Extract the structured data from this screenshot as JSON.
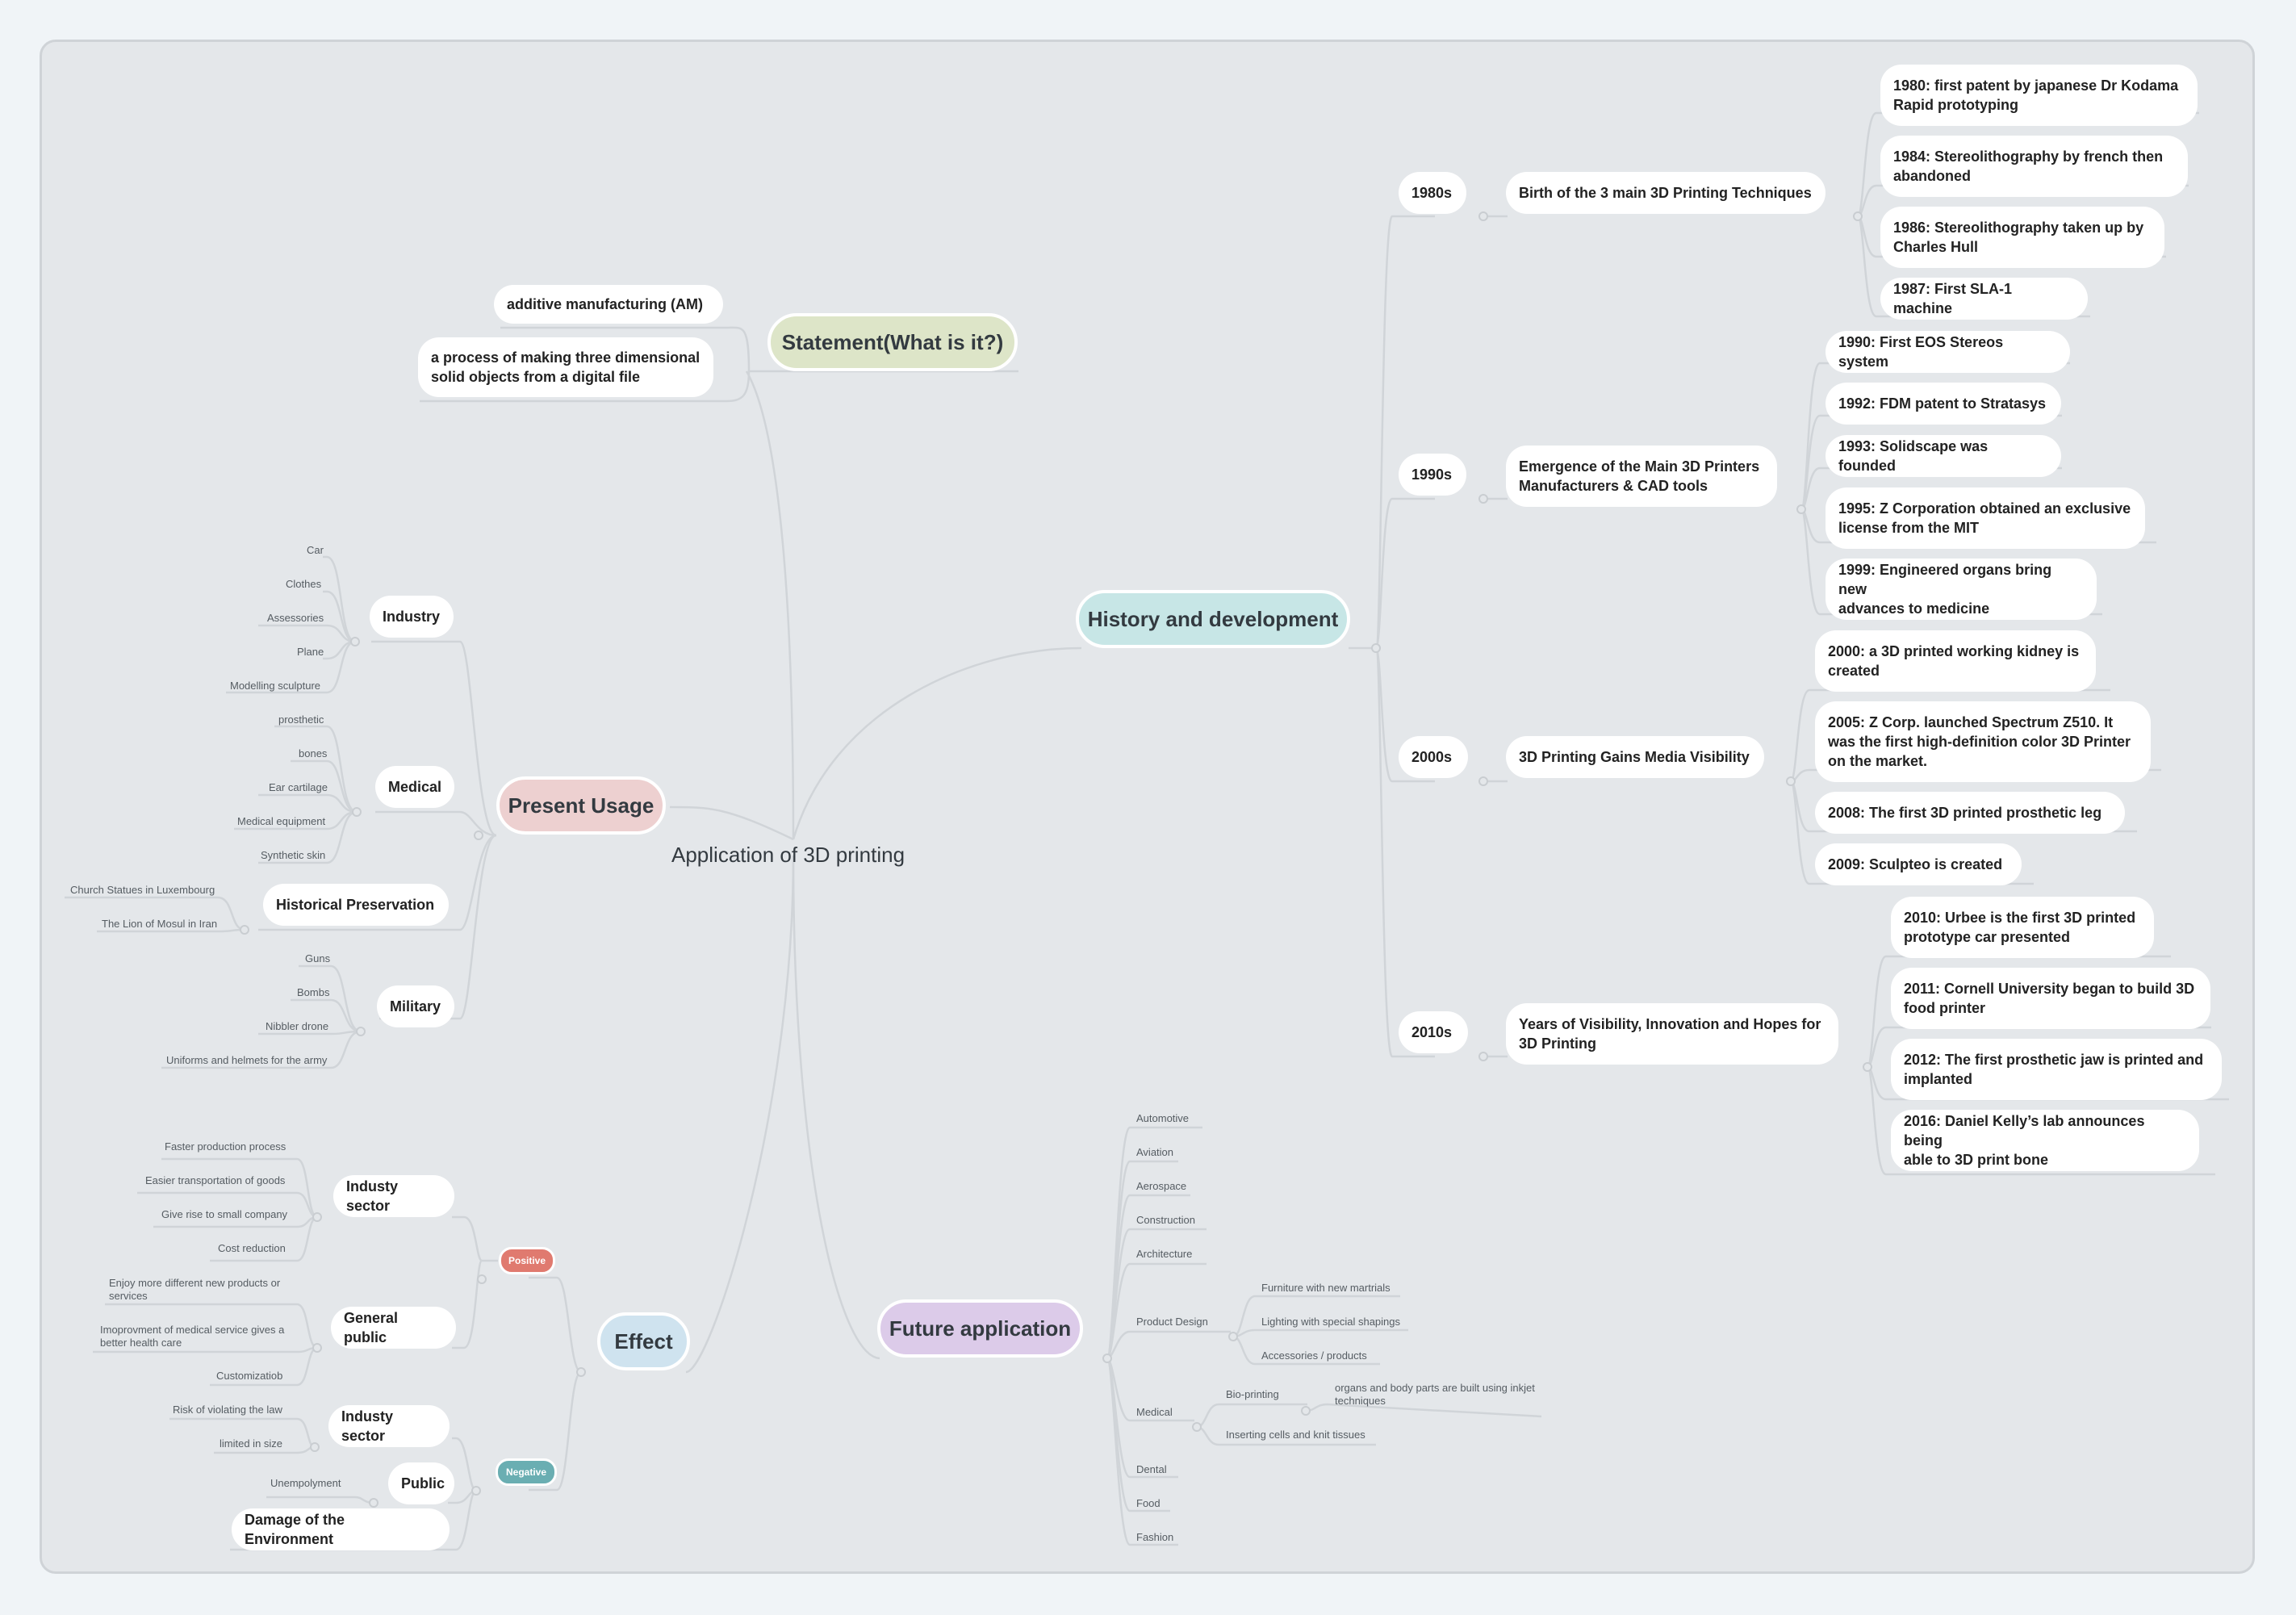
{
  "center": "Application of 3D printing",
  "colors": {
    "statement": "#dde5c8",
    "history": "#c7e6e6",
    "present": "#edd0d0",
    "future": "#dccbe9",
    "effect": "#cfe3ef",
    "positive": "#e07a6f",
    "negative": "#6aaeb2"
  },
  "statement": {
    "label": "Statement(What is it?)",
    "items": [
      "additive manufacturing (AM)",
      "a process of making three dimensional\nsolid objects from a digital file"
    ]
  },
  "history": {
    "label": "History and development",
    "decades": [
      {
        "label": "1980s",
        "title": "Birth of the 3 main 3D Printing Techniques",
        "events": [
          "1980: first patent by japanese Dr Kodama\nRapid prototyping",
          "1984: Stereolithography by french then\nabandoned",
          "1986: Stereolithography taken up by\nCharles Hull",
          "1987: First SLA-1 machine"
        ]
      },
      {
        "label": "1990s",
        "title": "Emergence of the Main 3D Printers\nManufacturers & CAD tools",
        "events": [
          "1990: First EOS Stereos system",
          "1992: FDM patent to Stratasys",
          "1993: Solidscape was founded",
          "1995: Z Corporation obtained an exclusive\nlicense from the MIT",
          "1999: Engineered organs bring new\nadvances to medicine"
        ]
      },
      {
        "label": "2000s",
        "title": "3D Printing Gains Media Visibility",
        "events": [
          "2000: a 3D printed working kidney is\ncreated",
          "2005: Z Corp.  launched Spectrum Z510. It\nwas the first high-definition color 3D Printer\non the market.",
          "2008: The first 3D printed prosthetic leg",
          "2009: Sculpteo is created"
        ]
      },
      {
        "label": "2010s",
        "title": "Years of Visibility, Innovation and Hopes for\n3D Printing",
        "events": [
          "2010: Urbee is the first 3D printed\nprototype car presented",
          "2011: Cornell University began to build 3D\nfood printer",
          "2012: The first prosthetic jaw is printed and\nimplanted",
          "2016: Daniel Kelly’s lab announces being\nable to 3D print bone"
        ]
      }
    ]
  },
  "present": {
    "label": "Present Usage",
    "groups": [
      {
        "label": "Industry",
        "items": [
          "Car",
          "Clothes",
          "Assessories",
          "Plane",
          "Modelling sculpture"
        ]
      },
      {
        "label": "Medical",
        "items": [
          "prosthetic",
          "bones",
          "Ear cartilage",
          "Medical equipment",
          "Synthetic skin"
        ]
      },
      {
        "label": "Historical Preservation",
        "items": [
          "Church Statues in Luxembourg",
          "The Lion of Mosul in Iran"
        ]
      },
      {
        "label": "Military",
        "items": [
          "Guns",
          "Bombs",
          "Nibbler drone",
          "Uniforms and helmets for the army"
        ]
      }
    ]
  },
  "future": {
    "label": "Future application",
    "items": [
      "Automotive",
      "Aviation",
      "Aerospace",
      "Construction",
      "Architecture"
    ],
    "product_design": {
      "label": "Product Design",
      "items": [
        "Furniture with new martrials",
        "Lighting with special shapings",
        "Accessories / products"
      ]
    },
    "medical": {
      "label": "Medical",
      "bioprinting": {
        "label": "Bio-printing",
        "note": "organs and body parts are built using inkjet\ntechniques"
      },
      "cells": "Inserting cells and knit tissues"
    },
    "tail": [
      "Dental",
      "Food",
      "Fashion"
    ]
  },
  "effect": {
    "label": "Effect",
    "positive": {
      "label": "Positive",
      "industry": {
        "label": "Industy sector",
        "items": [
          "Faster production process",
          "Easier transportation of goods",
          "Give rise to small company",
          "Cost reduction"
        ]
      },
      "public": {
        "label": "General public",
        "items": [
          "Enjoy more different new products or\nservices",
          "Imoprovment of medical service gives a\nbetter health care",
          "Customizatiob"
        ]
      }
    },
    "negative": {
      "label": "Negative",
      "industry": {
        "label": "Industy sector",
        "items": [
          "Risk of violating the law",
          "limited in size"
        ]
      },
      "public": {
        "label": "Public",
        "items": [
          "Unempolyment"
        ]
      },
      "environment": "Damage of the Environment"
    }
  }
}
